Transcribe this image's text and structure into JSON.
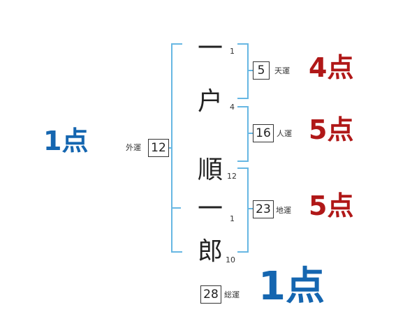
{
  "name_chars": [
    {
      "char": "一",
      "strokes": "1"
    },
    {
      "char": "户",
      "strokes": "4"
    },
    {
      "char": "順",
      "strokes": "12"
    },
    {
      "char": "一",
      "strokes": "1"
    },
    {
      "char": "郎",
      "strokes": "10"
    }
  ],
  "fortunes": {
    "ten": {
      "value": "5",
      "label": "天運",
      "score": "4点"
    },
    "jin": {
      "value": "16",
      "label": "人運",
      "score": "5点"
    },
    "chi": {
      "value": "23",
      "label": "地運",
      "score": "5点"
    },
    "gai": {
      "value": "12",
      "label": "外運",
      "score": "1点"
    },
    "so": {
      "value": "28",
      "label": "総運",
      "score": "1点"
    }
  },
  "colors": {
    "bracket": "#67b7e3",
    "score_red": "#b01818",
    "score_blue": "#1566b0"
  }
}
